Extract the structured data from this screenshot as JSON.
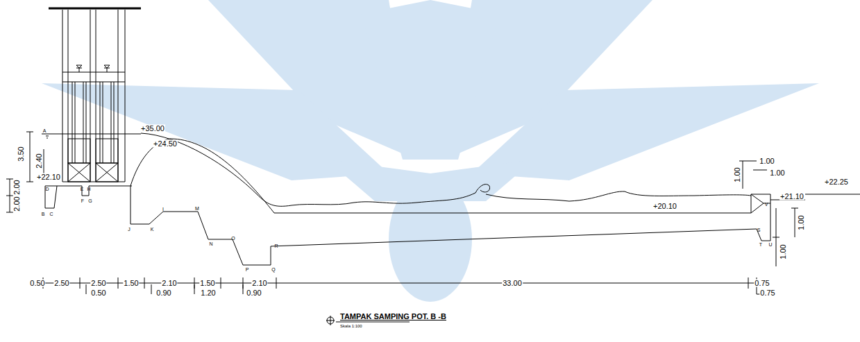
{
  "diagram": {
    "title": "TAMPAK SAMPING POT. B -B",
    "caption": "Skala 1:100",
    "labels": [
      "A",
      "+35.00",
      "+24.50",
      "3.50",
      "2.40",
      "+22.10",
      "2.00",
      "2.00",
      "D",
      "E",
      "H",
      "F",
      "G",
      "B",
      "C",
      "J",
      "K",
      "I",
      "M",
      "N",
      "O",
      "P",
      "Q",
      "R",
      "S",
      "T",
      "U",
      "V",
      "+20.10",
      "1.00",
      "1.00",
      "1.00",
      "+21.10",
      "+22.25",
      "1.00",
      "1.00",
      "0.50",
      "2.50",
      "2.50",
      "1.50",
      "2.10",
      "1.50",
      "2.10",
      "33.00",
      "0.75",
      "0.50",
      "0.90",
      "1.20",
      "0.90",
      "0.75"
    ]
  }
}
